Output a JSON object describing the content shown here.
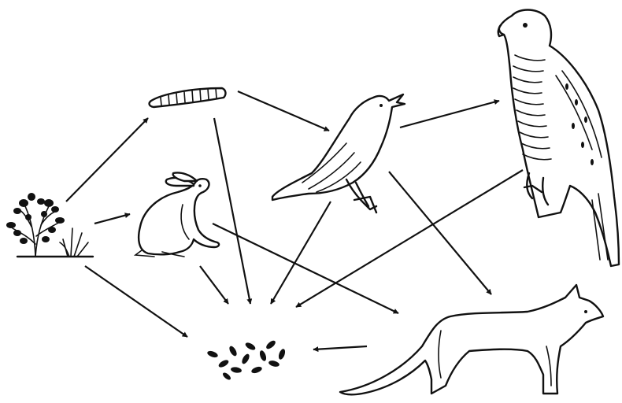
{
  "diagram": {
    "nodes": [
      {
        "id": "plants",
        "icon": "plants-icon"
      },
      {
        "id": "caterpillar",
        "icon": "caterpillar-icon"
      },
      {
        "id": "hare",
        "icon": "hare-icon"
      },
      {
        "id": "songbird",
        "icon": "songbird-icon"
      },
      {
        "id": "hawk",
        "icon": "hawk-icon"
      },
      {
        "id": "fox",
        "icon": "fox-icon"
      },
      {
        "id": "decomposers",
        "icon": "decomposers-icon"
      }
    ],
    "edges": [
      {
        "from": "plants",
        "to": "caterpillar"
      },
      {
        "from": "plants",
        "to": "hare"
      },
      {
        "from": "plants",
        "to": "decomposers"
      },
      {
        "from": "caterpillar",
        "to": "songbird"
      },
      {
        "from": "caterpillar",
        "to": "decomposers"
      },
      {
        "from": "hare",
        "to": "decomposers"
      },
      {
        "from": "hare",
        "to": "fox"
      },
      {
        "from": "songbird",
        "to": "hawk"
      },
      {
        "from": "songbird",
        "to": "fox"
      },
      {
        "from": "songbird",
        "to": "decomposers"
      },
      {
        "from": "hawk",
        "to": "decomposers"
      },
      {
        "from": "fox",
        "to": "decomposers"
      }
    ]
  }
}
